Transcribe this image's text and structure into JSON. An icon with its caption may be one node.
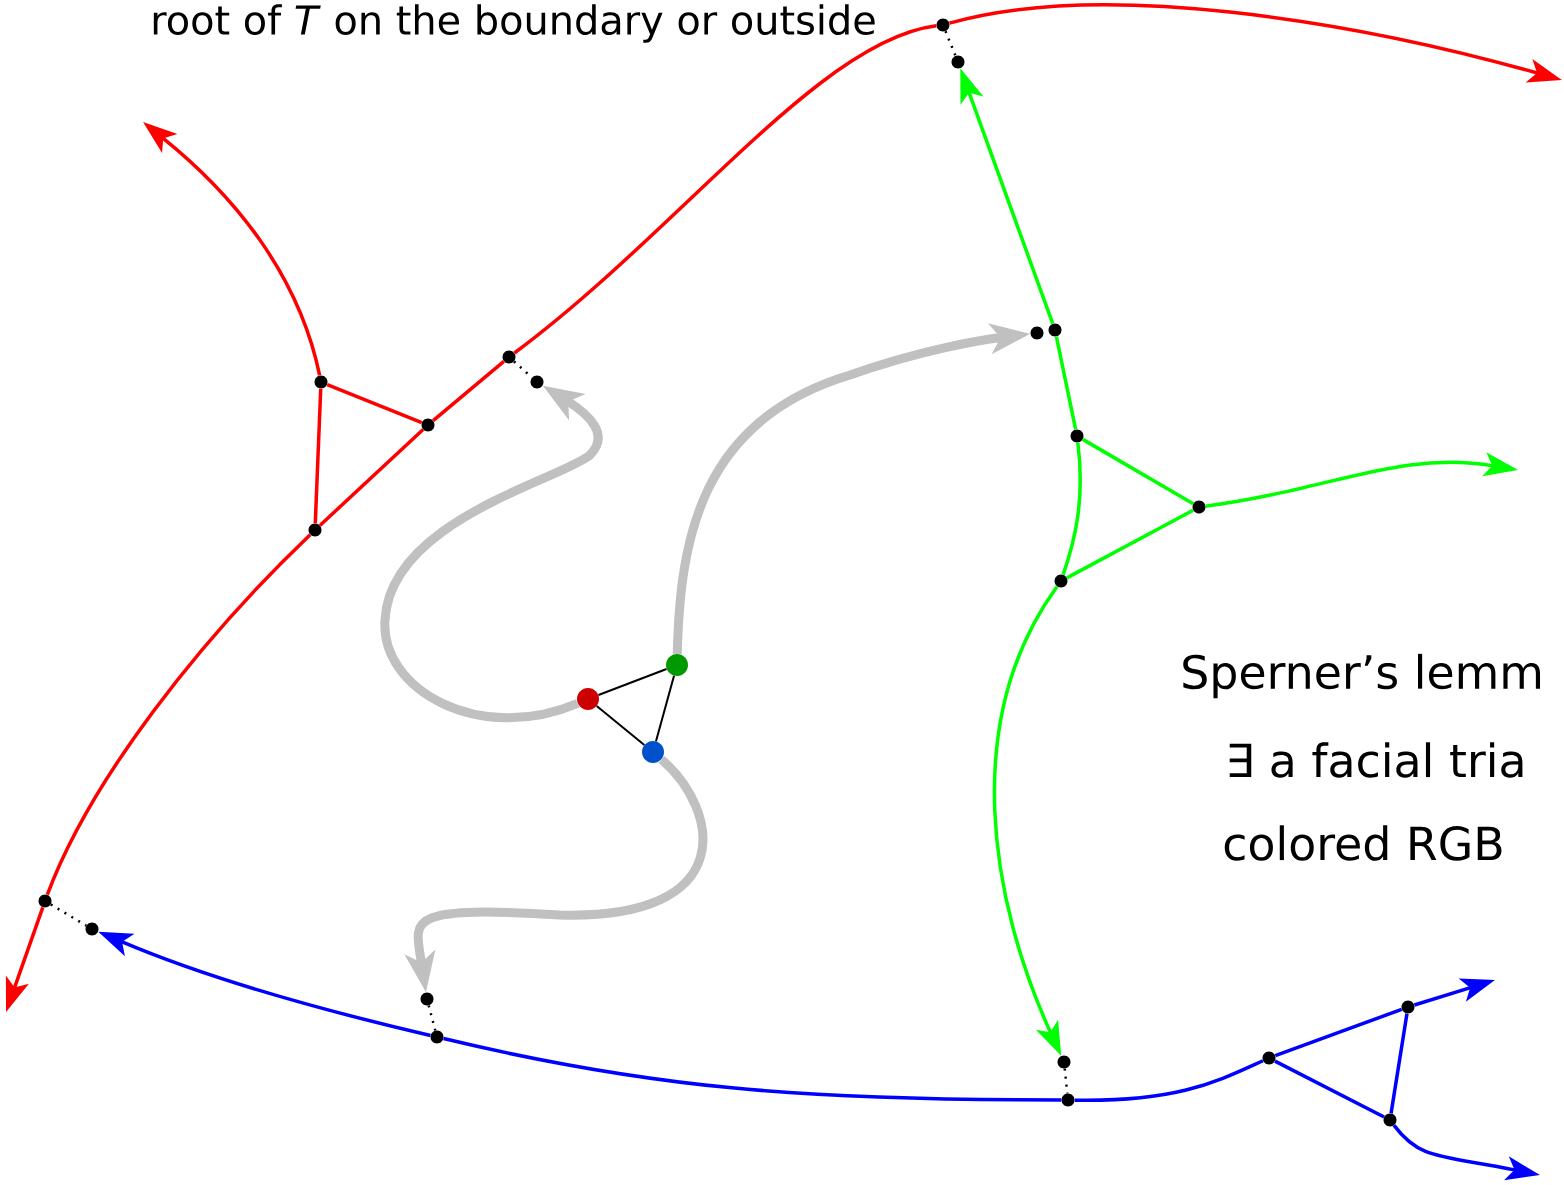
{
  "diagram": {
    "nodes": [
      {
        "text": [],
        "shape": "circle"
      },
      {
        "text": [],
        "shape": "circle"
      },
      {
        "text": [],
        "shape": "circle"
      },
      {
        "text": [],
        "shape": "circle"
      },
      {
        "text": [],
        "shape": "circle"
      },
      {
        "text": [],
        "shape": "circle"
      },
      {
        "text": [],
        "shape": "circle"
      },
      {
        "text": [],
        "shape": "circle"
      },
      {
        "text": [],
        "shape": "circle"
      },
      {
        "text": [],
        "shape": "circle"
      },
      {
        "text": [],
        "shape": "circle"
      },
      {
        "text": [],
        "shape": "circle"
      },
      {
        "text": [],
        "shape": "circle"
      },
      {
        "text": [],
        "shape": "circle"
      },
      {
        "text": [],
        "shape": "circle"
      },
      {
        "text": [],
        "shape": "circle"
      },
      {
        "text": [],
        "shape": "circle"
      },
      {
        "text": [],
        "shape": "circle"
      },
      {
        "text": [],
        "shape": "circle"
      },
      {
        "text": [],
        "shape": "circle"
      },
      {
        "text": [],
        "shape": "circle"
      },
      {
        "text": [],
        "shape": "circle"
      },
      {
        "text": [],
        "shape": "circle"
      },
      {
        "text": [],
        "shape": "circle"
      }
    ],
    "edges": [
      {
        "from": 7,
        "to": 6,
        "arrow": "none",
        "color": "#ff0000"
      },
      {
        "from": 6,
        "to": 5,
        "arrow": "none",
        "color": "#ff0000"
      },
      {
        "from": 5,
        "to": 2,
        "arrow": "none",
        "color": "#ff0000"
      },
      {
        "from": 2,
        "to": 0,
        "arrow": "none",
        "color": "#ff0000"
      },
      {
        "from": 0,
        "to": null,
        "arrow": "to",
        "color": "#ff0000"
      },
      {
        "from": 4,
        "to": null,
        "arrow": "to",
        "color": "#ff0000"
      },
      {
        "from": 4,
        "to": 5,
        "arrow": "none",
        "color": "#ff0000"
      },
      {
        "from": 4,
        "to": 6,
        "arrow": "none",
        "color": "#ff0000"
      },
      {
        "from": 7,
        "to": null,
        "arrow": "to",
        "color": "#ff0000"
      },
      {
        "from": 0,
        "to": 1,
        "arrow": "none",
        "style": "dashed",
        "color": "#000000"
      },
      {
        "from": 2,
        "to": 3,
        "arrow": "none",
        "style": "dashed",
        "color": "#000000"
      },
      {
        "from": 7,
        "to": 8,
        "arrow": "none",
        "style": "dashed",
        "color": "#000000"
      },
      {
        "from": 17,
        "to": 18,
        "arrow": "none",
        "style": "dashed",
        "color": "#000000"
      },
      {
        "from": 19,
        "to": 20,
        "arrow": "none",
        "style": "dashed",
        "color": "#000000"
      },
      {
        "from": 10,
        "to": 1,
        "arrow": "to",
        "color": "#00ff00"
      },
      {
        "from": 10,
        "to": 11,
        "arrow": "none",
        "color": "#00ff00"
      },
      {
        "from": 11,
        "to": 13,
        "arrow": "none",
        "color": "#00ff00"
      },
      {
        "from": 13,
        "to": 19,
        "arrow": "to",
        "color": "#00ff00"
      },
      {
        "from": 11,
        "to": 12,
        "arrow": "none",
        "color": "#00ff00"
      },
      {
        "from": 13,
        "to": 12,
        "arrow": "none",
        "color": "#00ff00"
      },
      {
        "from": 12,
        "to": null,
        "arrow": "to",
        "color": "#00ff00"
      },
      {
        "from": 18,
        "to": 8,
        "arrow": "to",
        "color": "#0000ff"
      },
      {
        "from": 18,
        "to": 20,
        "arrow": "none",
        "color": "#0000ff"
      },
      {
        "from": 20,
        "to": 21,
        "arrow": "none",
        "color": "#0000ff"
      },
      {
        "from": 21,
        "to": 22,
        "arrow": "none",
        "color": "#0000ff"
      },
      {
        "from": 22,
        "to": null,
        "arrow": "to",
        "color": "#0000ff"
      },
      {
        "from": 21,
        "to": 23,
        "arrow": "none",
        "color": "#0000ff"
      },
      {
        "from": 22,
        "to": 23,
        "arrow": "none",
        "color": "#0000ff"
      },
      {
        "from": 23,
        "to": null,
        "arrow": "to",
        "color": "#0000ff"
      },
      {
        "from": 14,
        "to": 3,
        "arrow": "to",
        "style": "thick",
        "color": "#c0c0c0"
      },
      {
        "from": 15,
        "to": 9,
        "arrow": "to",
        "style": "thick",
        "color": "#c0c0c0"
      },
      {
        "from": 16,
        "to": 17,
        "arrow": "to",
        "style": "thick",
        "color": "#c0c0c0"
      },
      {
        "from": 14,
        "to": 15,
        "arrow": "none",
        "color": "#000000"
      },
      {
        "from": 15,
        "to": 16,
        "arrow": "none",
        "color": "#000000"
      },
      {
        "from": 16,
        "to": 14,
        "arrow": "none",
        "color": "#000000"
      }
    ],
    "labels": [
      "root of *T* on the boundary or outside",
      "Sperner’s lemm",
      "∃ a facial tria",
      "colored RGB"
    ]
  }
}
